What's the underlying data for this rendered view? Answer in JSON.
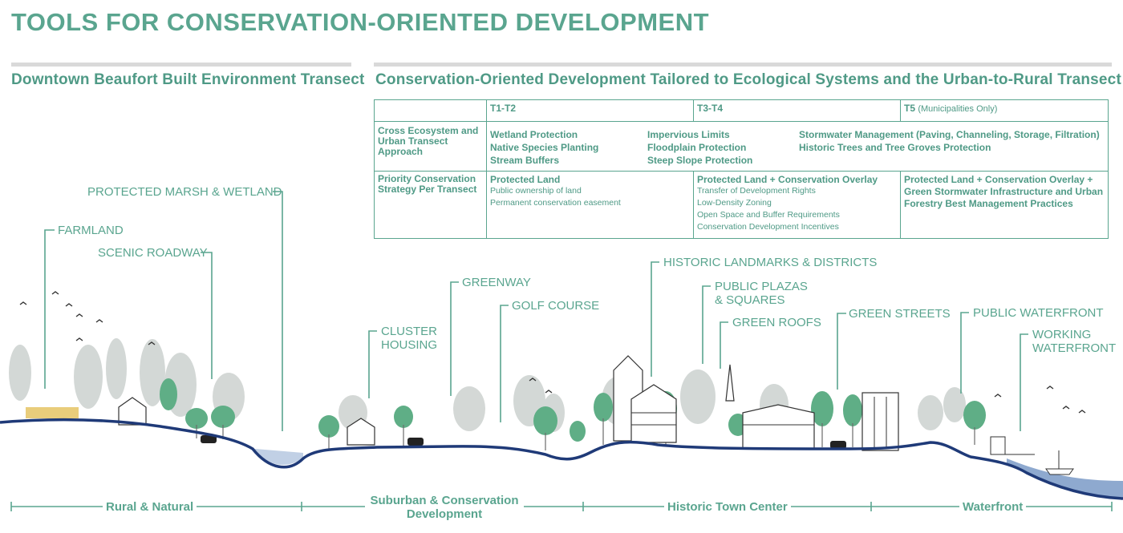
{
  "header": {
    "title": "TOOLS FOR CONSERVATION-ORIENTED DEVELOPMENT",
    "left_section_title": "Downtown Beaufort Built Environment Transect",
    "right_section_title": "Conservation-Oriented Development Tailored to Ecological Systems and the Urban-to-Rural Transect"
  },
  "table": {
    "columns": [
      {
        "label": "T1-T2",
        "note": ""
      },
      {
        "label": "T3-T4",
        "note": ""
      },
      {
        "label": "T5",
        "note": "(Municipalities Only)"
      }
    ],
    "row1_label": "Cross Ecosystem and Urban Transect Approach",
    "row1_col_a": [
      "Wetland Protection",
      "Native Species Planting",
      "Stream Buffers"
    ],
    "row1_col_b": [
      "Impervious Limits",
      "Floodplain Protection",
      "Steep Slope Protection"
    ],
    "row1_col_c": [
      "Stormwater Management (Paving, Channeling, Storage, Filtration)",
      "Historic Trees and Tree Groves Protection"
    ],
    "row2_label": "Priority Conservation Strategy Per Transect",
    "row2": [
      {
        "heading": "Protected Land",
        "items": [
          "Public ownership of land",
          "Permanent conservation easement"
        ]
      },
      {
        "heading": "Protected Land + Conservation Overlay",
        "items": [
          "Transfer of Development Rights",
          "Low-Density Zoning",
          "Open Space and Buffer Requirements",
          "Conservation Development Incentives"
        ]
      },
      {
        "heading": "Protected Land + Conservation Overlay + Green Stormwater Infrastructure and Urban Forestry Best Management Practices",
        "items": []
      }
    ]
  },
  "callouts": {
    "farmland": "FARMLAND",
    "scenic_roadway": "SCENIC ROADWAY",
    "protected_marsh": "PROTECTED MARSH & WETLAND",
    "cluster_housing_1": "CLUSTER",
    "cluster_housing_2": "HOUSING",
    "greenway": "GREENWAY",
    "golf_course": "GOLF COURSE",
    "historic_landmarks": "HISTORIC LANDMARKS & DISTRICTS",
    "public_plazas_1": "PUBLIC PLAZAS",
    "public_plazas_2": "& SQUARES",
    "green_roofs": "GREEN ROOFS",
    "green_streets": "GREEN STREETS",
    "public_waterfront": "PUBLIC WATERFRONT",
    "working_waterfront_1": "WORKING",
    "working_waterfront_2": "WATERFRONT"
  },
  "zones": {
    "rural": "Rural & Natural",
    "suburban_1": "Suburban & Conservation",
    "suburban_2": "Development",
    "historic": "Historic Town Center",
    "waterfront": "Waterfront"
  },
  "colors": {
    "accent": "#5aa58f",
    "ground": "#1f3a78",
    "water": "#8ea9cf",
    "tree_green": "#5fae86",
    "tree_gray": "#c9cfcd"
  }
}
